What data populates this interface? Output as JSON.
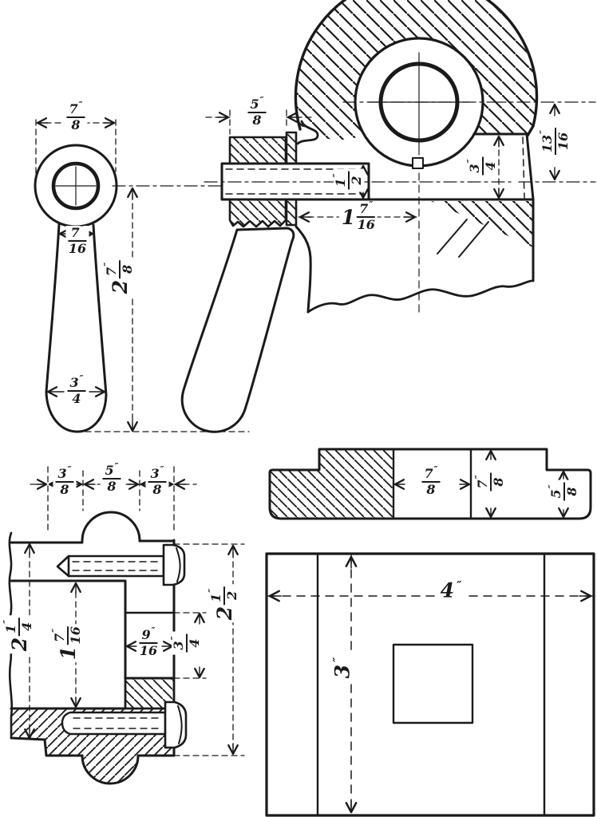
{
  "drawing": {
    "unit_system": "inches",
    "ink_color": "#1a1a1a",
    "paper_color": "#ffffff"
  },
  "marks": {
    "inch": "″"
  },
  "views": {
    "lever_front": {
      "dims": {
        "boss_width": {
          "w": "",
          "n": "7",
          "d": "8"
        },
        "neck_width": {
          "w": "",
          "n": "7",
          "d": "16"
        },
        "tip_width": {
          "w": "",
          "n": "3",
          "d": "4"
        },
        "length": {
          "w": "2",
          "n": "7",
          "d": "8"
        }
      }
    },
    "assembly_section": {
      "dims": {
        "gland_width": {
          "w": "",
          "n": "5",
          "d": "8"
        },
        "shaft_diameter": {
          "w": "",
          "n": "1",
          "d": "2"
        },
        "plate_thickness": {
          "w": "",
          "n": "3",
          "d": "4"
        },
        "center_offset": {
          "w": "",
          "n": "13",
          "d": "16"
        },
        "boss_center": {
          "w": "1",
          "n": "7",
          "d": "16"
        }
      }
    },
    "clamp_section": {
      "dims": {
        "left_step": {
          "w": "",
          "n": "3",
          "d": "8"
        },
        "dome_width": {
          "w": "",
          "n": "5",
          "d": "8"
        },
        "right_step": {
          "w": "",
          "n": "3",
          "d": "8"
        },
        "body_height": {
          "w": "2",
          "n": "1",
          "d": "4"
        },
        "screw_depth": {
          "w": "1",
          "n": "7",
          "d": "16"
        },
        "slot_width": {
          "w": "",
          "n": "9",
          "d": "16"
        },
        "slot_height": {
          "w": "",
          "n": "3",
          "d": "4"
        },
        "overall_height": {
          "w": "2",
          "n": "1",
          "d": "2"
        }
      }
    },
    "bar_section": {
      "dims": {
        "mid_width": {
          "w": "",
          "n": "7",
          "d": "8"
        },
        "bar_height": {
          "w": "",
          "n": "7",
          "d": "8"
        },
        "end_height": {
          "w": "",
          "n": "5",
          "d": "8"
        }
      }
    },
    "plate_plan": {
      "dims": {
        "width": {
          "w": "4"
        },
        "height": {
          "w": "3"
        }
      }
    }
  }
}
